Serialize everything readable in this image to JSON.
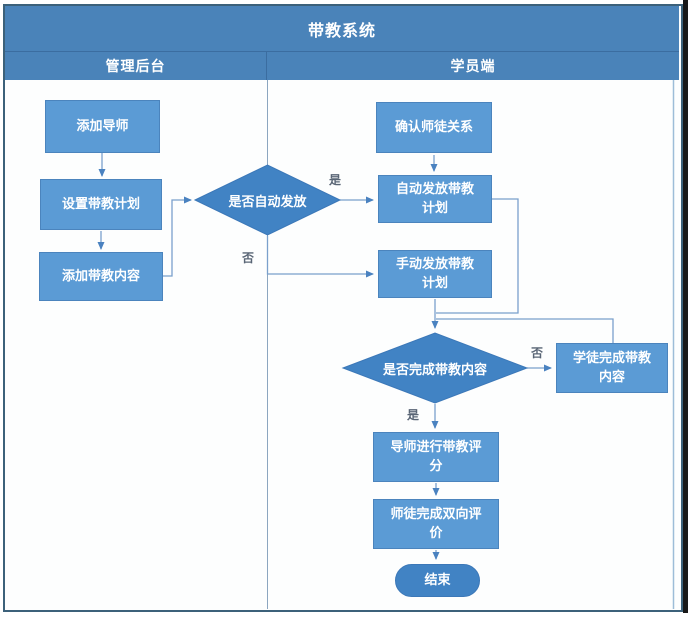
{
  "title": "带教系统",
  "lanes": [
    {
      "label": "管理后台"
    },
    {
      "label": "学员端"
    }
  ],
  "nodes": {
    "add_mentor": "添加导师",
    "set_plan": "设置带教计划",
    "add_content": "添加带教内容",
    "confirm_relation": "确认师徒关系",
    "auto_issue": "自动发放带教计划",
    "manual_issue": "手动发放带教计划",
    "apprentice_complete": "学徒完成带教内容",
    "mentor_score": "导师进行带教评分",
    "mutual_eval": "师徒完成双向评价",
    "end": "结束"
  },
  "decisions": {
    "auto_check": "是否自动发放",
    "complete_check": "是否完成带教内容"
  },
  "edge_labels": {
    "yes": "是",
    "no": "否"
  },
  "colors": {
    "header-bg": "#4a83b9",
    "box-fill": "#5b9bd5",
    "box-border": "#4b84bd",
    "decision-fill": "#4183c4",
    "connector": "#7aa0cc",
    "arrow": "#4a82c0",
    "frame-border": "#3c617a",
    "lane-divider": "#8ca6c0",
    "label-color": "#596575"
  }
}
